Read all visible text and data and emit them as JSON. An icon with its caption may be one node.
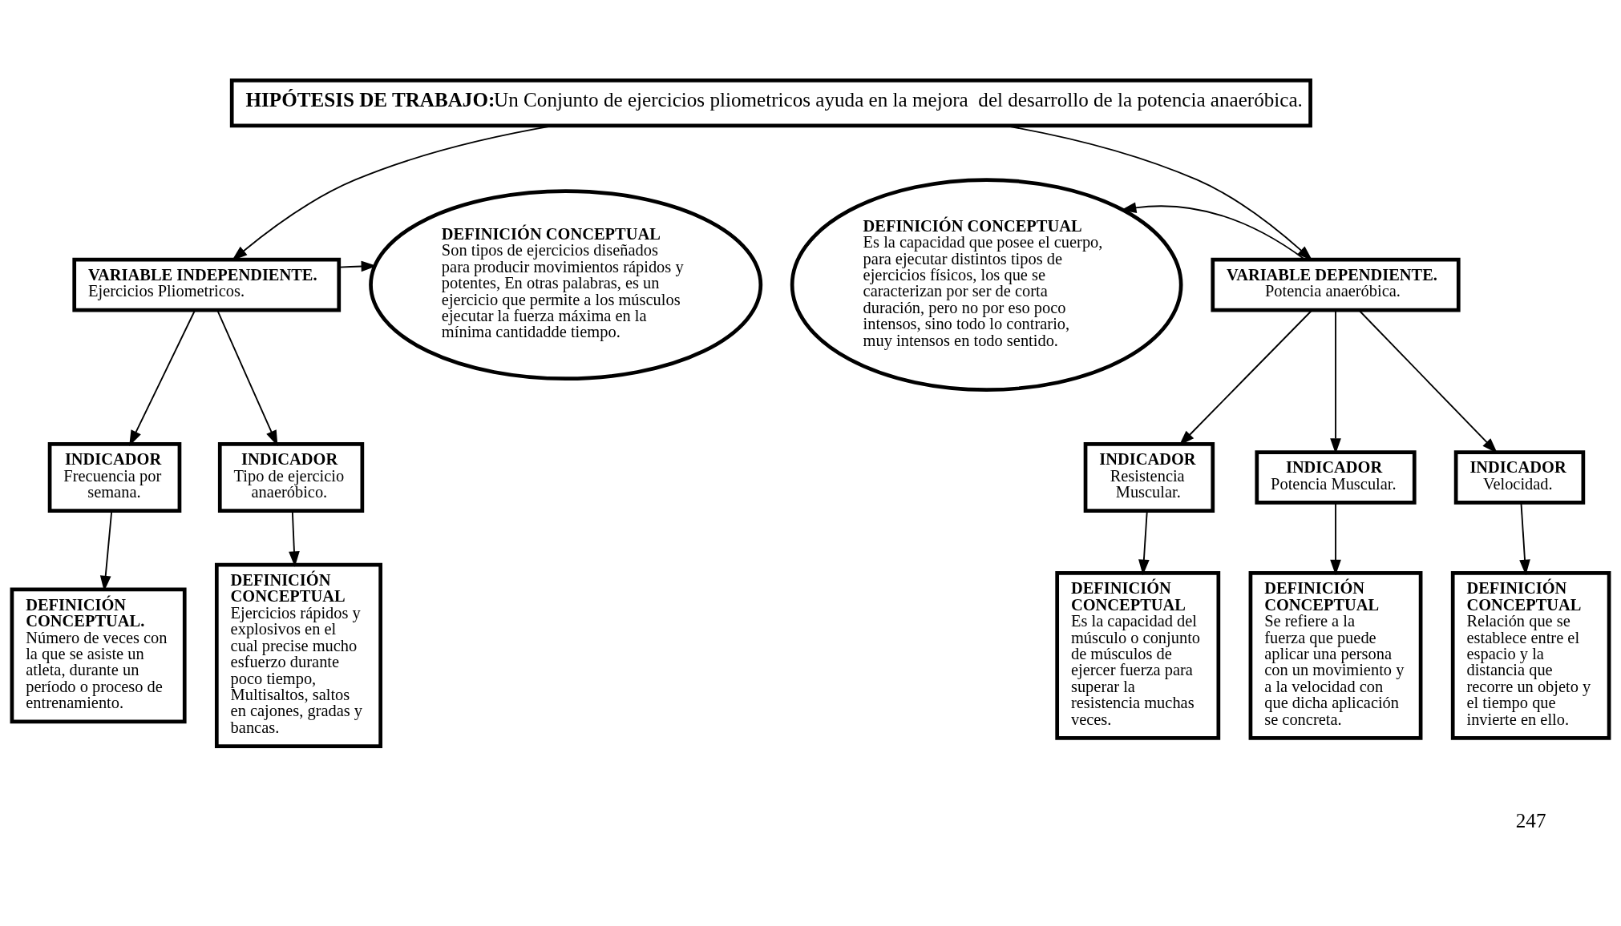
{
  "diagram": {
    "nodes": [
      {
        "text": [
          "**HIPÓTESIS DE TRABAJO:**Un Conjunto de ejercicios pliometricos ayuda en la mejora  del desarrollo de la potencia anaeróbica."
        ]
      },
      {
        "text": [
          "VARIABLE INDEPENDIENTE.",
          "Ejercicios Pliometricos."
        ]
      },
      {
        "text": [
          "DEFINICIÓN CONCEPTUAL",
          "Son tipos de ejercicios diseñados para producir movimientos rápidos y potentes, En otras palabras, es un ejercicio que permite a los músculos ejecutar la fuerza máxima en la mínima cantidadde tiempo."
        ]
      },
      {
        "text": [
          "DEFINICIÓN CONCEPTUAL",
          "Es la capacidad que posee el cuerpo, para ejecutar distintos tipos de ejercicios físicos, los que se caracterizan por ser de corta duración, pero no por eso poco intensos, sino todo lo contrario, muy intensos en todo sentido."
        ]
      },
      {
        "text": [
          "VARIABLE DEPENDIENTE.",
          "Potencia anaeróbica."
        ]
      },
      {
        "text": [
          "INDICADOR",
          "Frecuencia por semana."
        ]
      },
      {
        "text": [
          "INDICADOR",
          "Tipo de ejercicio anaeróbico."
        ]
      },
      {
        "text": [
          "INDICADOR",
          "Resistencia Muscular."
        ]
      },
      {
        "text": [
          "INDICADOR",
          "Potencia Muscular."
        ]
      },
      {
        "text": [
          "INDICADOR",
          "Velocidad."
        ]
      },
      {
        "text": [
          "DEFINICIÓN CONCEPTUAL.",
          "Número de veces con la que se asiste un atleta, durante un período o proceso de entrenamiento."
        ]
      },
      {
        "text": [
          "DEFINICIÓN CONCEPTUAL",
          "Ejercicios rápidos y explosivos en el cual precise mucho esfuerzo durante poco tiempo, Multisaltos, saltos en cajones, gradas y bancas."
        ]
      },
      {
        "text": [
          "DEFINICIÓN CONCEPTUAL",
          "Es la capacidad del músculo o conjunto de músculos de ejercer fuerza para superar la resistencia muchas veces."
        ]
      },
      {
        "text": [
          "DEFINICIÓN CONCEPTUAL",
          "Se refiere a la fuerza que puede aplicar una persona con un movimiento y a la velocidad con que dicha aplicación se concreta."
        ]
      },
      {
        "text": [
          "DEFINICIÓN CONCEPTUAL",
          "Relación que se establece entre el espacio y la distancia que recorre un objeto y el tiempo que invierte en ello."
        ]
      }
    ],
    "edges": [
      {
        "from": 0,
        "to": 1,
        "arrow": "to"
      },
      {
        "from": 0,
        "to": 4,
        "arrow": "to"
      },
      {
        "from": 1,
        "to": 2,
        "arrow": "to"
      },
      {
        "from": 4,
        "to": 3,
        "arrow": "to"
      },
      {
        "from": 1,
        "to": 5,
        "arrow": "to"
      },
      {
        "from": 1,
        "to": 6,
        "arrow": "to"
      },
      {
        "from": 4,
        "to": 7,
        "arrow": "to"
      },
      {
        "from": 4,
        "to": 8,
        "arrow": "to"
      },
      {
        "from": 4,
        "to": 9,
        "arrow": "to"
      },
      {
        "from": 5,
        "to": 10,
        "arrow": "to"
      },
      {
        "from": 6,
        "to": 11,
        "arrow": "to"
      },
      {
        "from": 7,
        "to": 12,
        "arrow": "to"
      },
      {
        "from": 8,
        "to": 13,
        "arrow": "to"
      },
      {
        "from": 9,
        "to": 14,
        "arrow": "to"
      }
    ],
    "labels": [
      "247"
    ]
  }
}
